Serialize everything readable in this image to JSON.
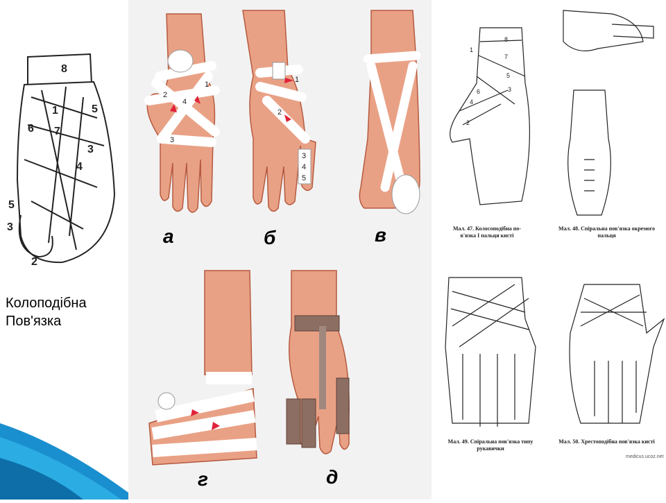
{
  "caption": {
    "line1": "Колоподібна",
    "line2": "Пов'язка"
  },
  "left_figure_numbers": [
    "8",
    "1",
    "5",
    "6",
    "7",
    "3",
    "4",
    "5",
    "3",
    "2"
  ],
  "center_panel": {
    "labels": [
      "а",
      "б",
      "в",
      "г",
      "д"
    ],
    "hand_a_numbers": [
      "1",
      "2",
      "3",
      "4"
    ],
    "hand_b_numbers": [
      "1",
      "2",
      "3",
      "4",
      "5"
    ]
  },
  "right_panel": {
    "figures": [
      {
        "caption_line1": "Мал. 47. Колосоподібна по-",
        "caption_line2": "в'язка І пальця кисті",
        "numbers": [
          "1",
          "8",
          "7",
          "6",
          "5",
          "4",
          "3",
          "2"
        ]
      },
      {
        "caption_line1": "Мал. 48. Спіральна пов'язка окремого",
        "caption_line2": "пальця",
        "numbers": []
      },
      {
        "caption_line1": "Мал. 49. Спіральна пов'язка типу",
        "caption_line2": "рукавички",
        "numbers": []
      },
      {
        "caption_line1": "Мал. 50. Хрестоподібна пов'язка кисті",
        "caption_line2": "",
        "numbers": []
      }
    ],
    "watermark": "medicus.ucoz.net"
  },
  "colors": {
    "skin": "#e9a185",
    "skin_outline": "#b5593e",
    "bandage": "#ffffff",
    "arrow": "#e0223a",
    "center_bg": "#f2f2f2",
    "corner_blue": "#1a8fcf"
  }
}
